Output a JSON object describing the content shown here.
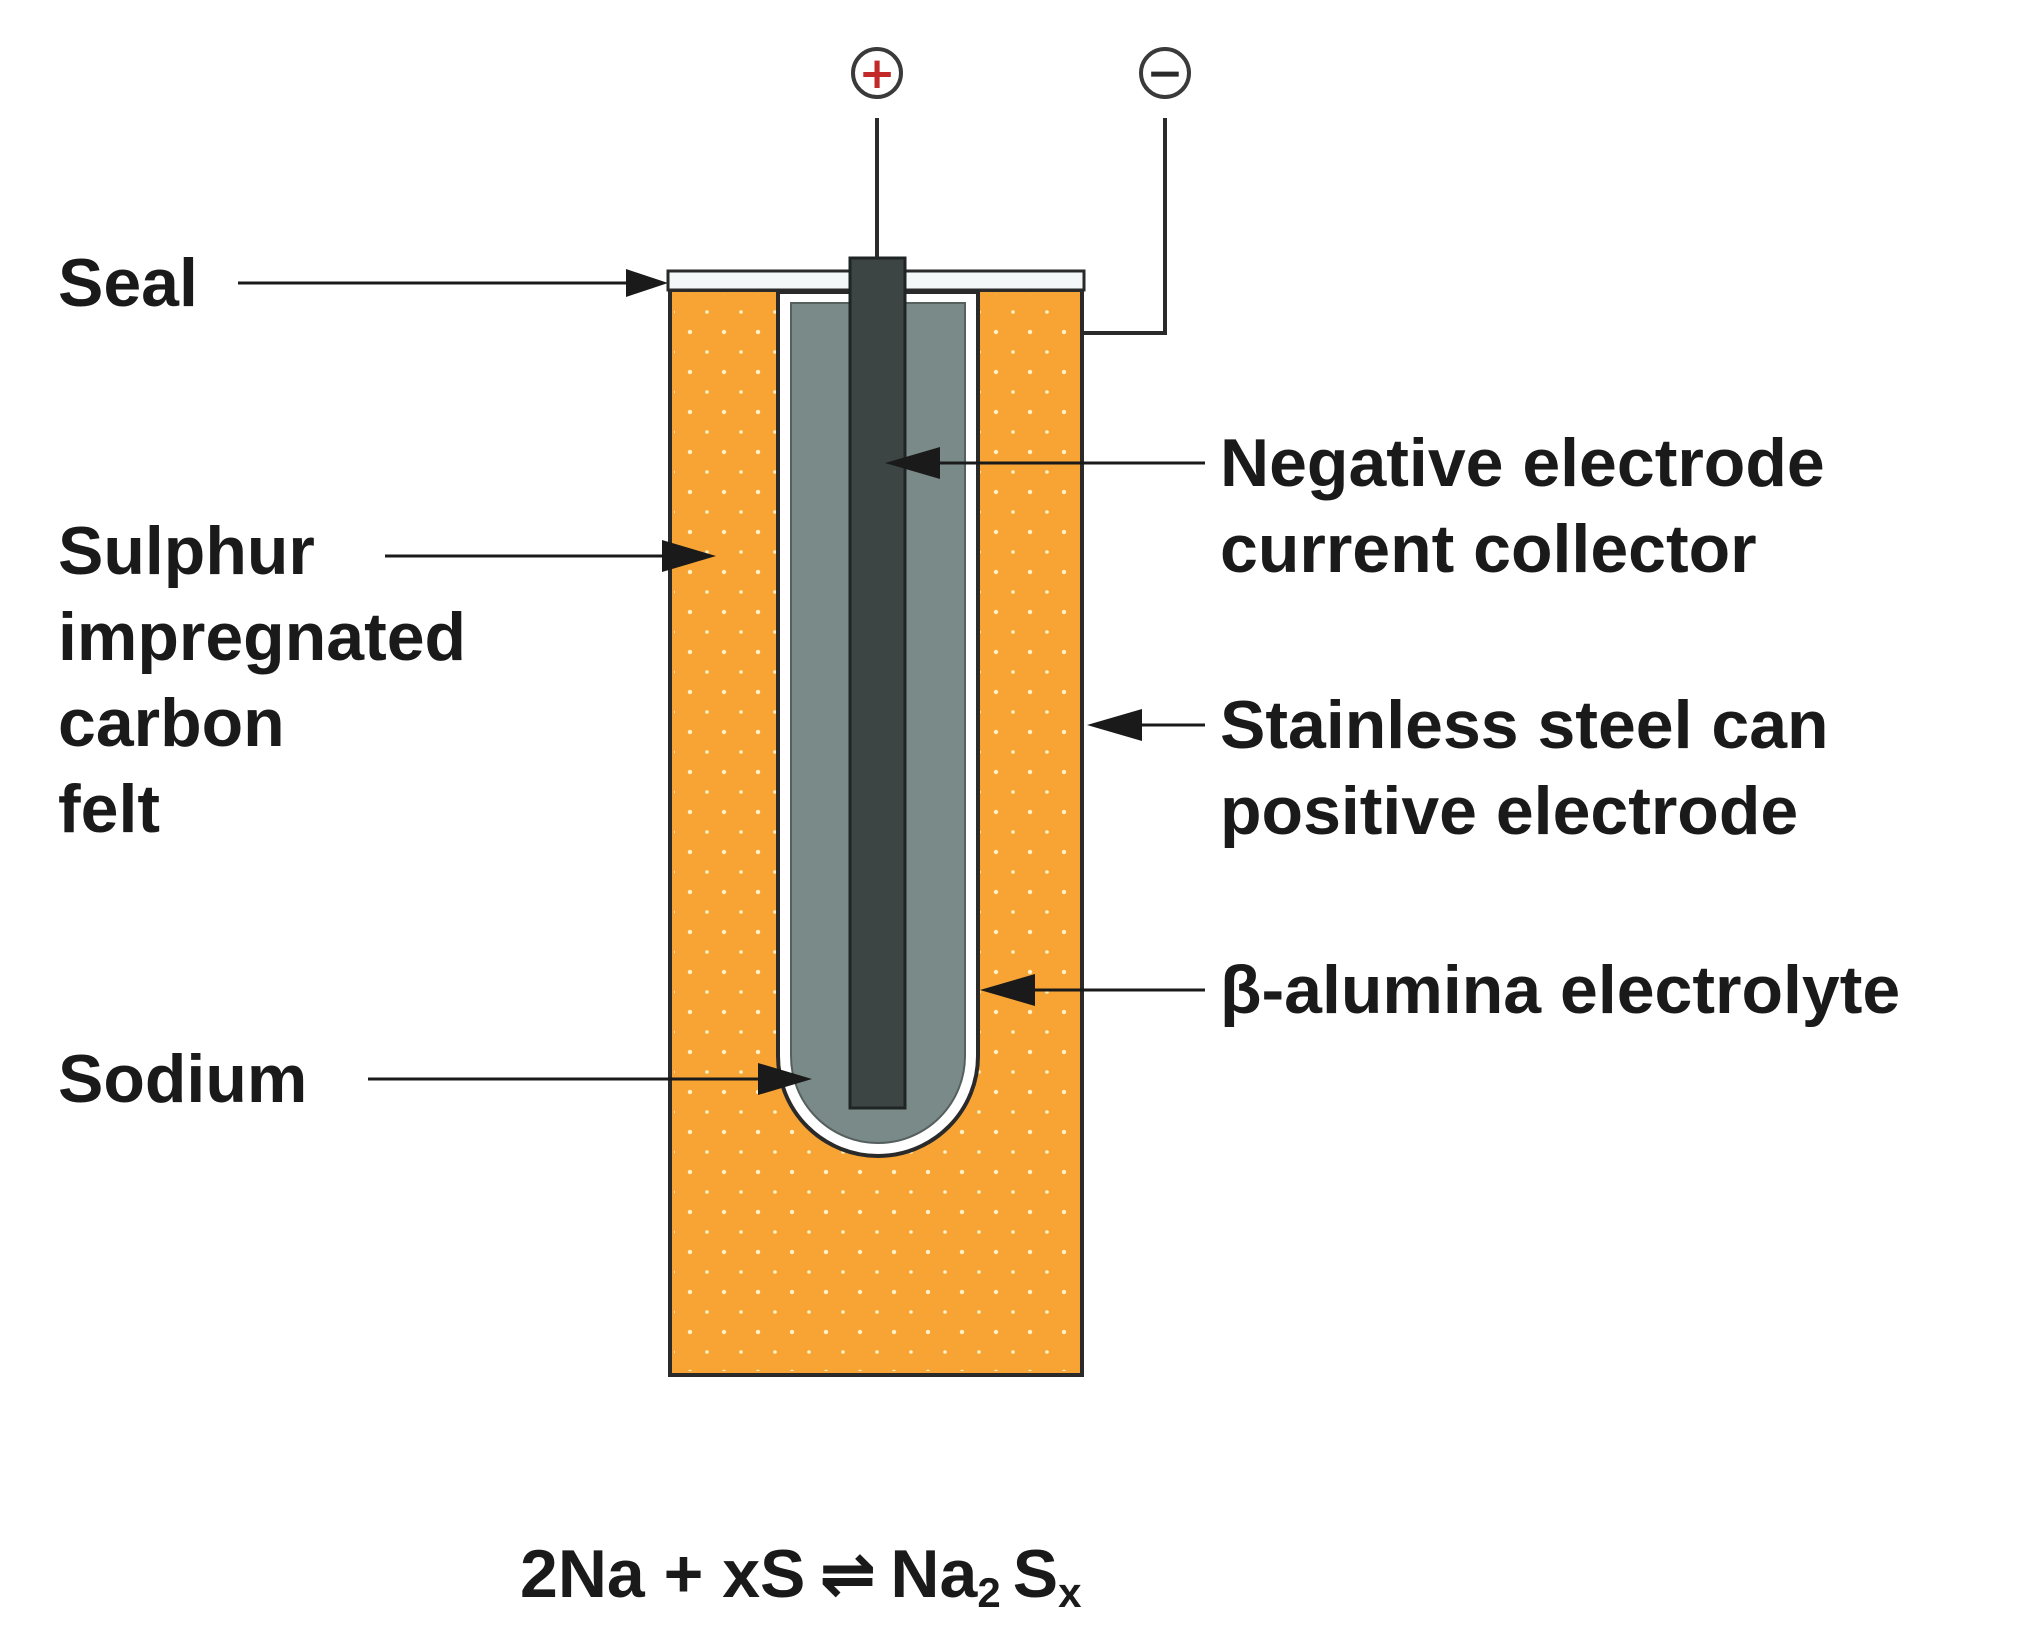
{
  "terminals": {
    "positive": "+",
    "negative": "−"
  },
  "labels": {
    "seal": "Seal",
    "sulphur": [
      "Sulphur",
      "impregnated",
      "carbon",
      "felt"
    ],
    "sodium": "Sodium",
    "negative_collector": [
      "Negative electrode",
      "current collector"
    ],
    "steel_can": [
      "Stainless steel can",
      "positive electrode"
    ],
    "electrolyte": "β-alumina electrolyte"
  },
  "equation": {
    "left": "2Na + xS",
    "arrow": "⇌",
    "product_base": "Na",
    "product_sub1": "2",
    "product_base2": "S",
    "product_sub2": "x"
  },
  "colors": {
    "sulphur_felt": "#f7a434",
    "sodium": "#7a8a89",
    "collector": "#3d4544",
    "electrolyte": "#ffffff",
    "outline": "#2a2a2a"
  }
}
